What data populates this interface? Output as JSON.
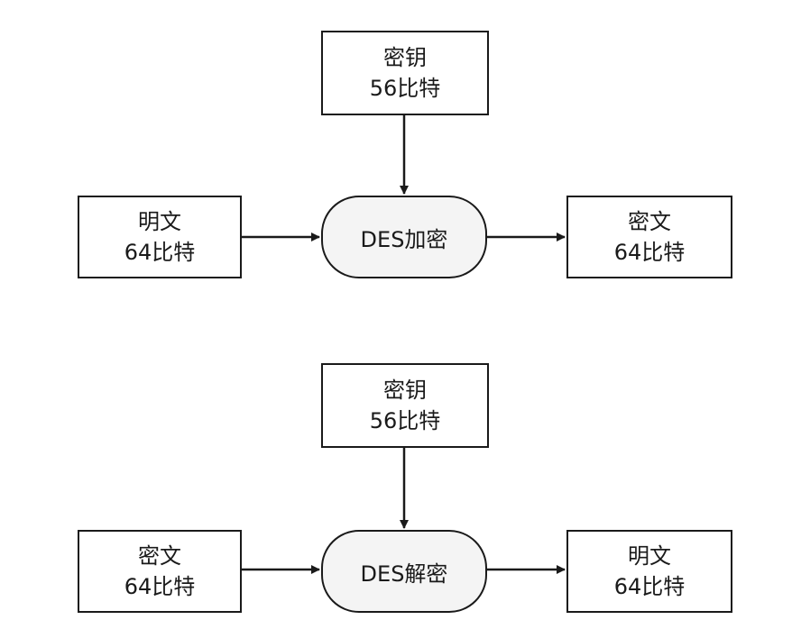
{
  "encryption": {
    "key": {
      "label": "密钥",
      "size": "56比特"
    },
    "input": {
      "label": "明文",
      "size": "64比特"
    },
    "process": "DES加密",
    "output": {
      "label": "密文",
      "size": "64比特"
    }
  },
  "decryption": {
    "key": {
      "label": "密钥",
      "size": "56比特"
    },
    "input": {
      "label": "密文",
      "size": "64比特"
    },
    "process": "DES解密",
    "output": {
      "label": "明文",
      "size": "64比特"
    }
  }
}
